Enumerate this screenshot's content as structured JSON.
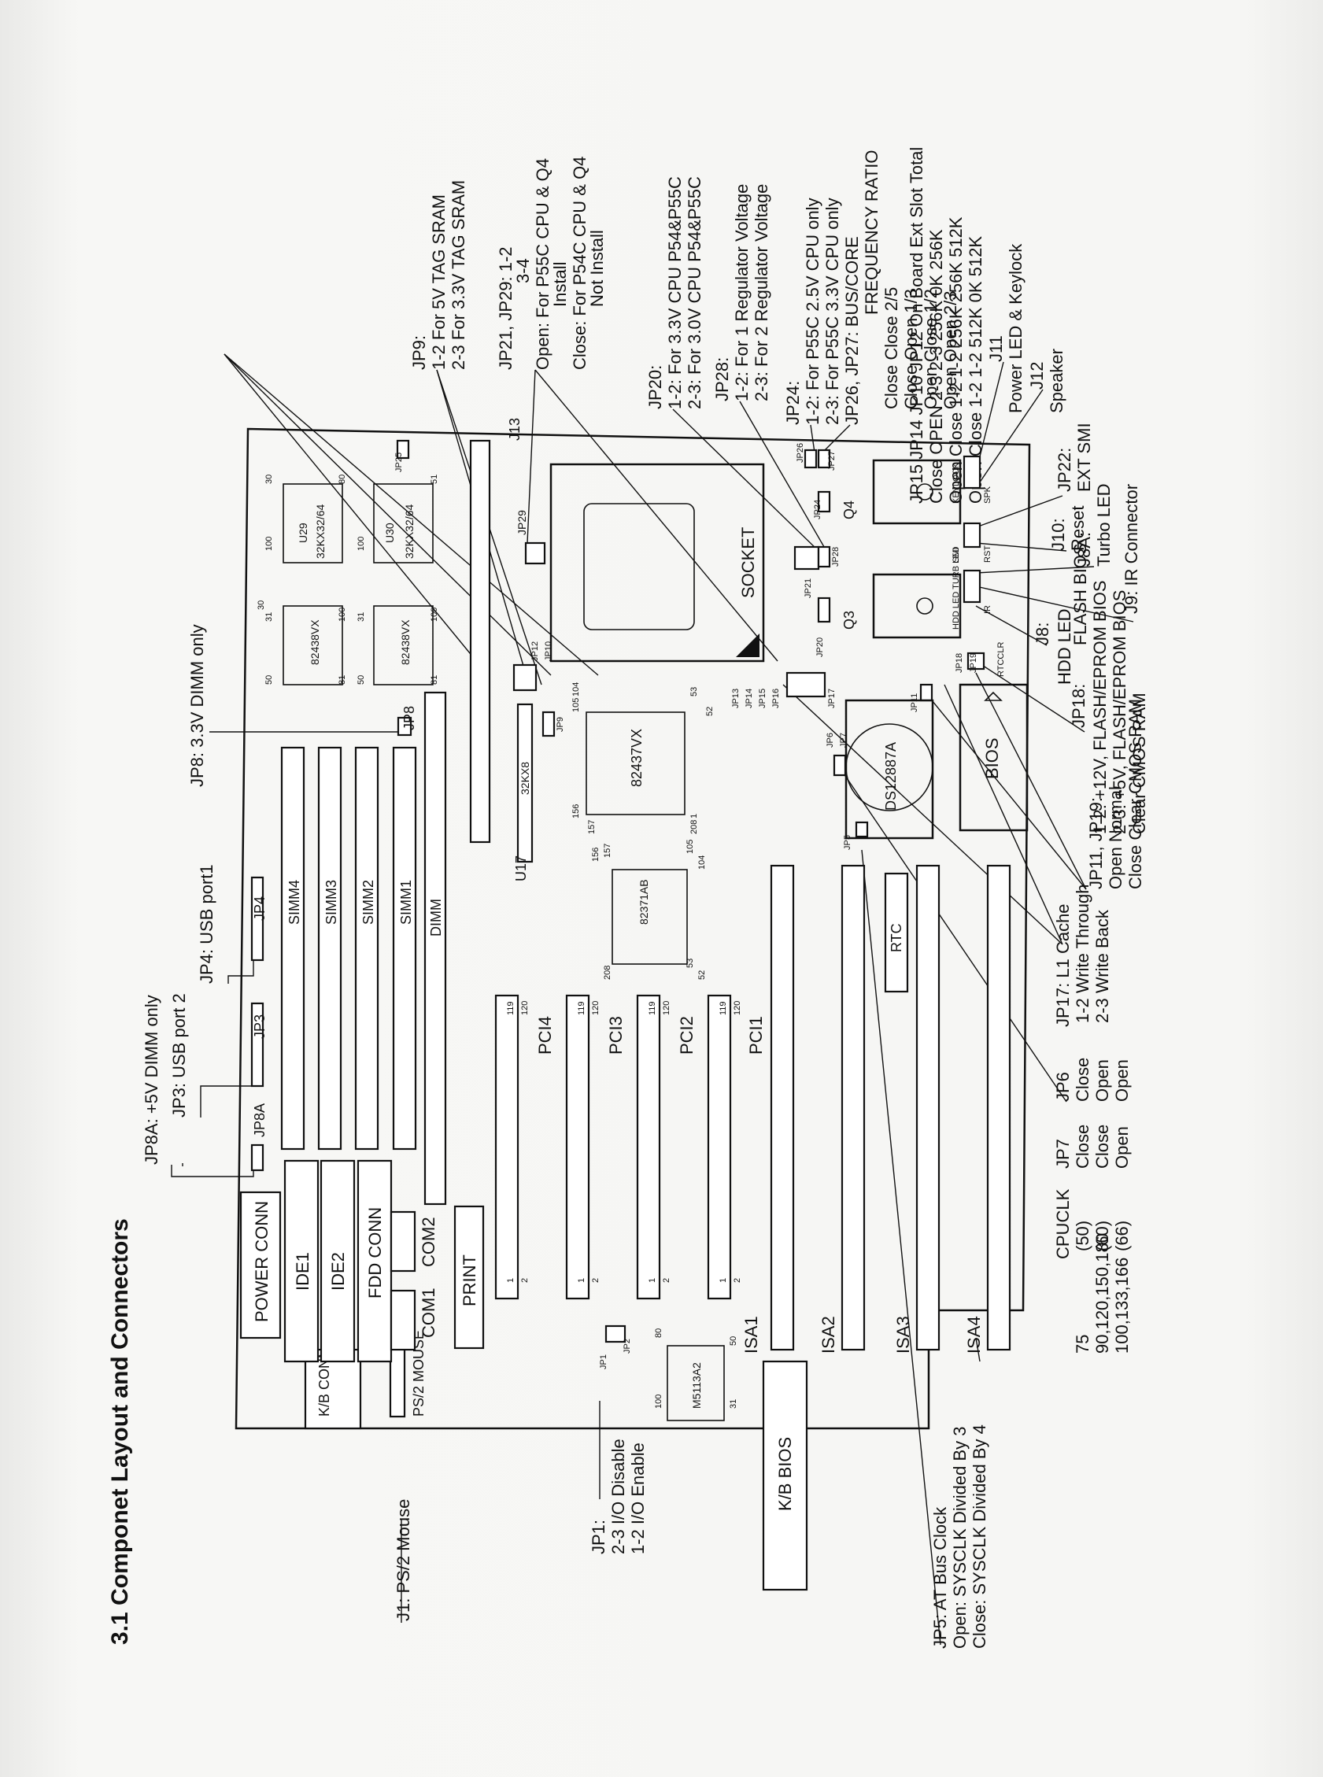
{
  "title": "3.1 Componet Layout and Connectors",
  "blocks": {
    "jp15_table": [
      "JP15  JP14  JP10  JP12  On Board  Ext Slot  Total",
      "Close  OPEN  2-3  2-3  256K  0K  256K",
      "Open  Close  1-2  1-2  256K  256K  512K",
      "Open  Close  1-2  1-2  512K  0K  512K"
    ],
    "jp9": [
      "JP9:",
      "1-2 For 5V TAG SRAM",
      "2-3 For 3.3V TAG SRAM"
    ],
    "jp21": [
      "JP21, JP29: 1-2",
      "3-4",
      "Open:  For P55C CPU & Q4",
      "Install",
      "Close:  For P54C CPU & Q4",
      "Not Install"
    ],
    "jp20": [
      "JP20:",
      "1-2: For 3.3V CPU P54&P55C",
      "2-3: For 3.0V CPU P54&P55C"
    ],
    "jp28": [
      "JP28:",
      "1-2: For 1 Regulator Voltage",
      "2-3: For 2 Regulator Voltage"
    ],
    "jp24": [
      "JP24:",
      "1-2: For P55C 2.5V CPU only",
      "2-3: For P55C 3.3V CPU only"
    ],
    "jp26": [
      "JP26, JP27: BUS/CORE",
      "FREQUENCY RATIO"
    ],
    "ratio": [
      "Close  Close  2/5",
      "Close  Open  1/3",
      "Open  Close  1/2",
      "Open  Open  2/3"
    ],
    "j11": [
      "J11",
      "Power LED & Keylock"
    ],
    "j12": [
      "J12",
      "Speaker"
    ],
    "jp22": [
      "JP22:",
      "EXT SMI"
    ],
    "j10": [
      "J10:",
      "Reset"
    ],
    "j8a": [
      "J8A:",
      "Turbo LED"
    ],
    "j9": [
      "J9: IR Connector"
    ],
    "j8": [
      "J8:",
      "HDD LED"
    ],
    "jp18": [
      "JP18:",
      "FLASH BIOS",
      "1-2: +12V, FLASH/EPROM BIOS",
      "2-3: +5V, FLASH/EPROM BIOS",
      "Clear CMOS RAM"
    ],
    "jp11": [
      "JP11, JP19:",
      "Open  Normal",
      "Close  Clear CMOS RAM"
    ],
    "jp17": [
      "JP17: L1 Cache",
      "1-2 Write Through",
      "2-3 Write Back"
    ],
    "jp6": [
      "JP6",
      "Close",
      "Open",
      "Open"
    ],
    "jp7": [
      "JP7",
      "Close",
      "Close",
      "Open"
    ],
    "cpuclk": [
      "CPUCLK",
      "(50)",
      "(60)",
      "(66)"
    ],
    "speeds": [
      "75",
      "90,120,150,180",
      "100,133,166"
    ],
    "jp8a": [
      "JP8A: +5V DIMM only"
    ],
    "jp3": [
      "JP3: USB port 2"
    ],
    "jp4": [
      "JP4: USB port1"
    ],
    "jp8": [
      "JP8: 3.3V DIMM only"
    ],
    "j1": [
      "J1: PS/2 Mouse"
    ],
    "jp1": [
      "JP1:",
      "2-3 I/O Disable",
      "1-2 I/O Enable"
    ],
    "jp5": [
      "JP5: AT Bus Clock",
      "Open:  SYSCLK Divided By 3",
      "Close:  SYSCLK Divided By 4"
    ]
  },
  "board": {
    "power_conn": "POWER CONN",
    "ide1": "IDE1",
    "ide2": "IDE2",
    "fdd_conn": "FDD CONN",
    "com1": "COM1",
    "com2": "COM2",
    "print": "PRINT",
    "kb_conn": "K/B CONN",
    "ps2_mouse": "PS/2 MOUSE",
    "kb_bios": "K/B BIOS",
    "m5113": "M5113A2",
    "jp8a": "JP8A",
    "jp3": "JP3",
    "jp4": "JP4",
    "jp8": "JP8",
    "jp1": "JP1",
    "jp2": "JP2",
    "simm4": "SIMM4",
    "simm3": "SIMM3",
    "simm2": "SIMM2",
    "simm1": "SIMM1",
    "dimm": "DIMM",
    "pci4": "PCI4",
    "pci3": "PCI3",
    "pci2": "PCI2",
    "pci1": "PCI1",
    "isa1": "ISA1",
    "isa2": "ISA2",
    "isa3": "ISA3",
    "isa4": "ISA4",
    "i82371": "82371AB",
    "i82437": "82437VX",
    "i82438a": "82438VX",
    "i82438b": "82438VX",
    "k32x8": "32KX8",
    "tag1": "32KX32/64",
    "tag2": "32KX32/64",
    "u29": "U29",
    "u30": "U30",
    "u17": "U17",
    "socket": "SOCKET",
    "rtc": "RTC",
    "ds": "DS12887A",
    "bios": "BIOS",
    "q3": "Q3",
    "q4": "Q4",
    "jp29": "JP29",
    "jp12": "JP12",
    "jp10": "JP10",
    "jp9": "JP9",
    "jp13": "JP13",
    "jp14": "JP14",
    "jp15": "JP15",
    "jp16": "JP16",
    "jp17": "JP17",
    "jp20": "JP20",
    "jp21": "JP21",
    "jp28": "JP28",
    "jp24": "JP24",
    "jp26": "JP26",
    "jp27": "JP27",
    "jp25": "JP25",
    "j13": "J13",
    "jp11": "JP11",
    "jp5": "JP5",
    "jp6": "JP6",
    "jp7": "JP7",
    "jp18": "JP18",
    "jp19": "JP19",
    "rtcclr": "RTCCLR",
    "keylock": "KEYLOCK",
    "spk": "SPK",
    "smi": "SMI",
    "rst": "RST",
    "hdd": "HDD LED TURB LED",
    "ir": "IR",
    "n1": "1",
    "n2": "2",
    "n119": "119",
    "n120": "120",
    "p30": "30",
    "p31": "31",
    "p50": "50",
    "p51": "51",
    "p80": "80",
    "p81": "81",
    "p100": "100",
    "p1": "1",
    "p52": "52",
    "p53": "53",
    "p104": "104",
    "p105": "105",
    "p156": "156",
    "p157": "157",
    "p208": "208"
  }
}
